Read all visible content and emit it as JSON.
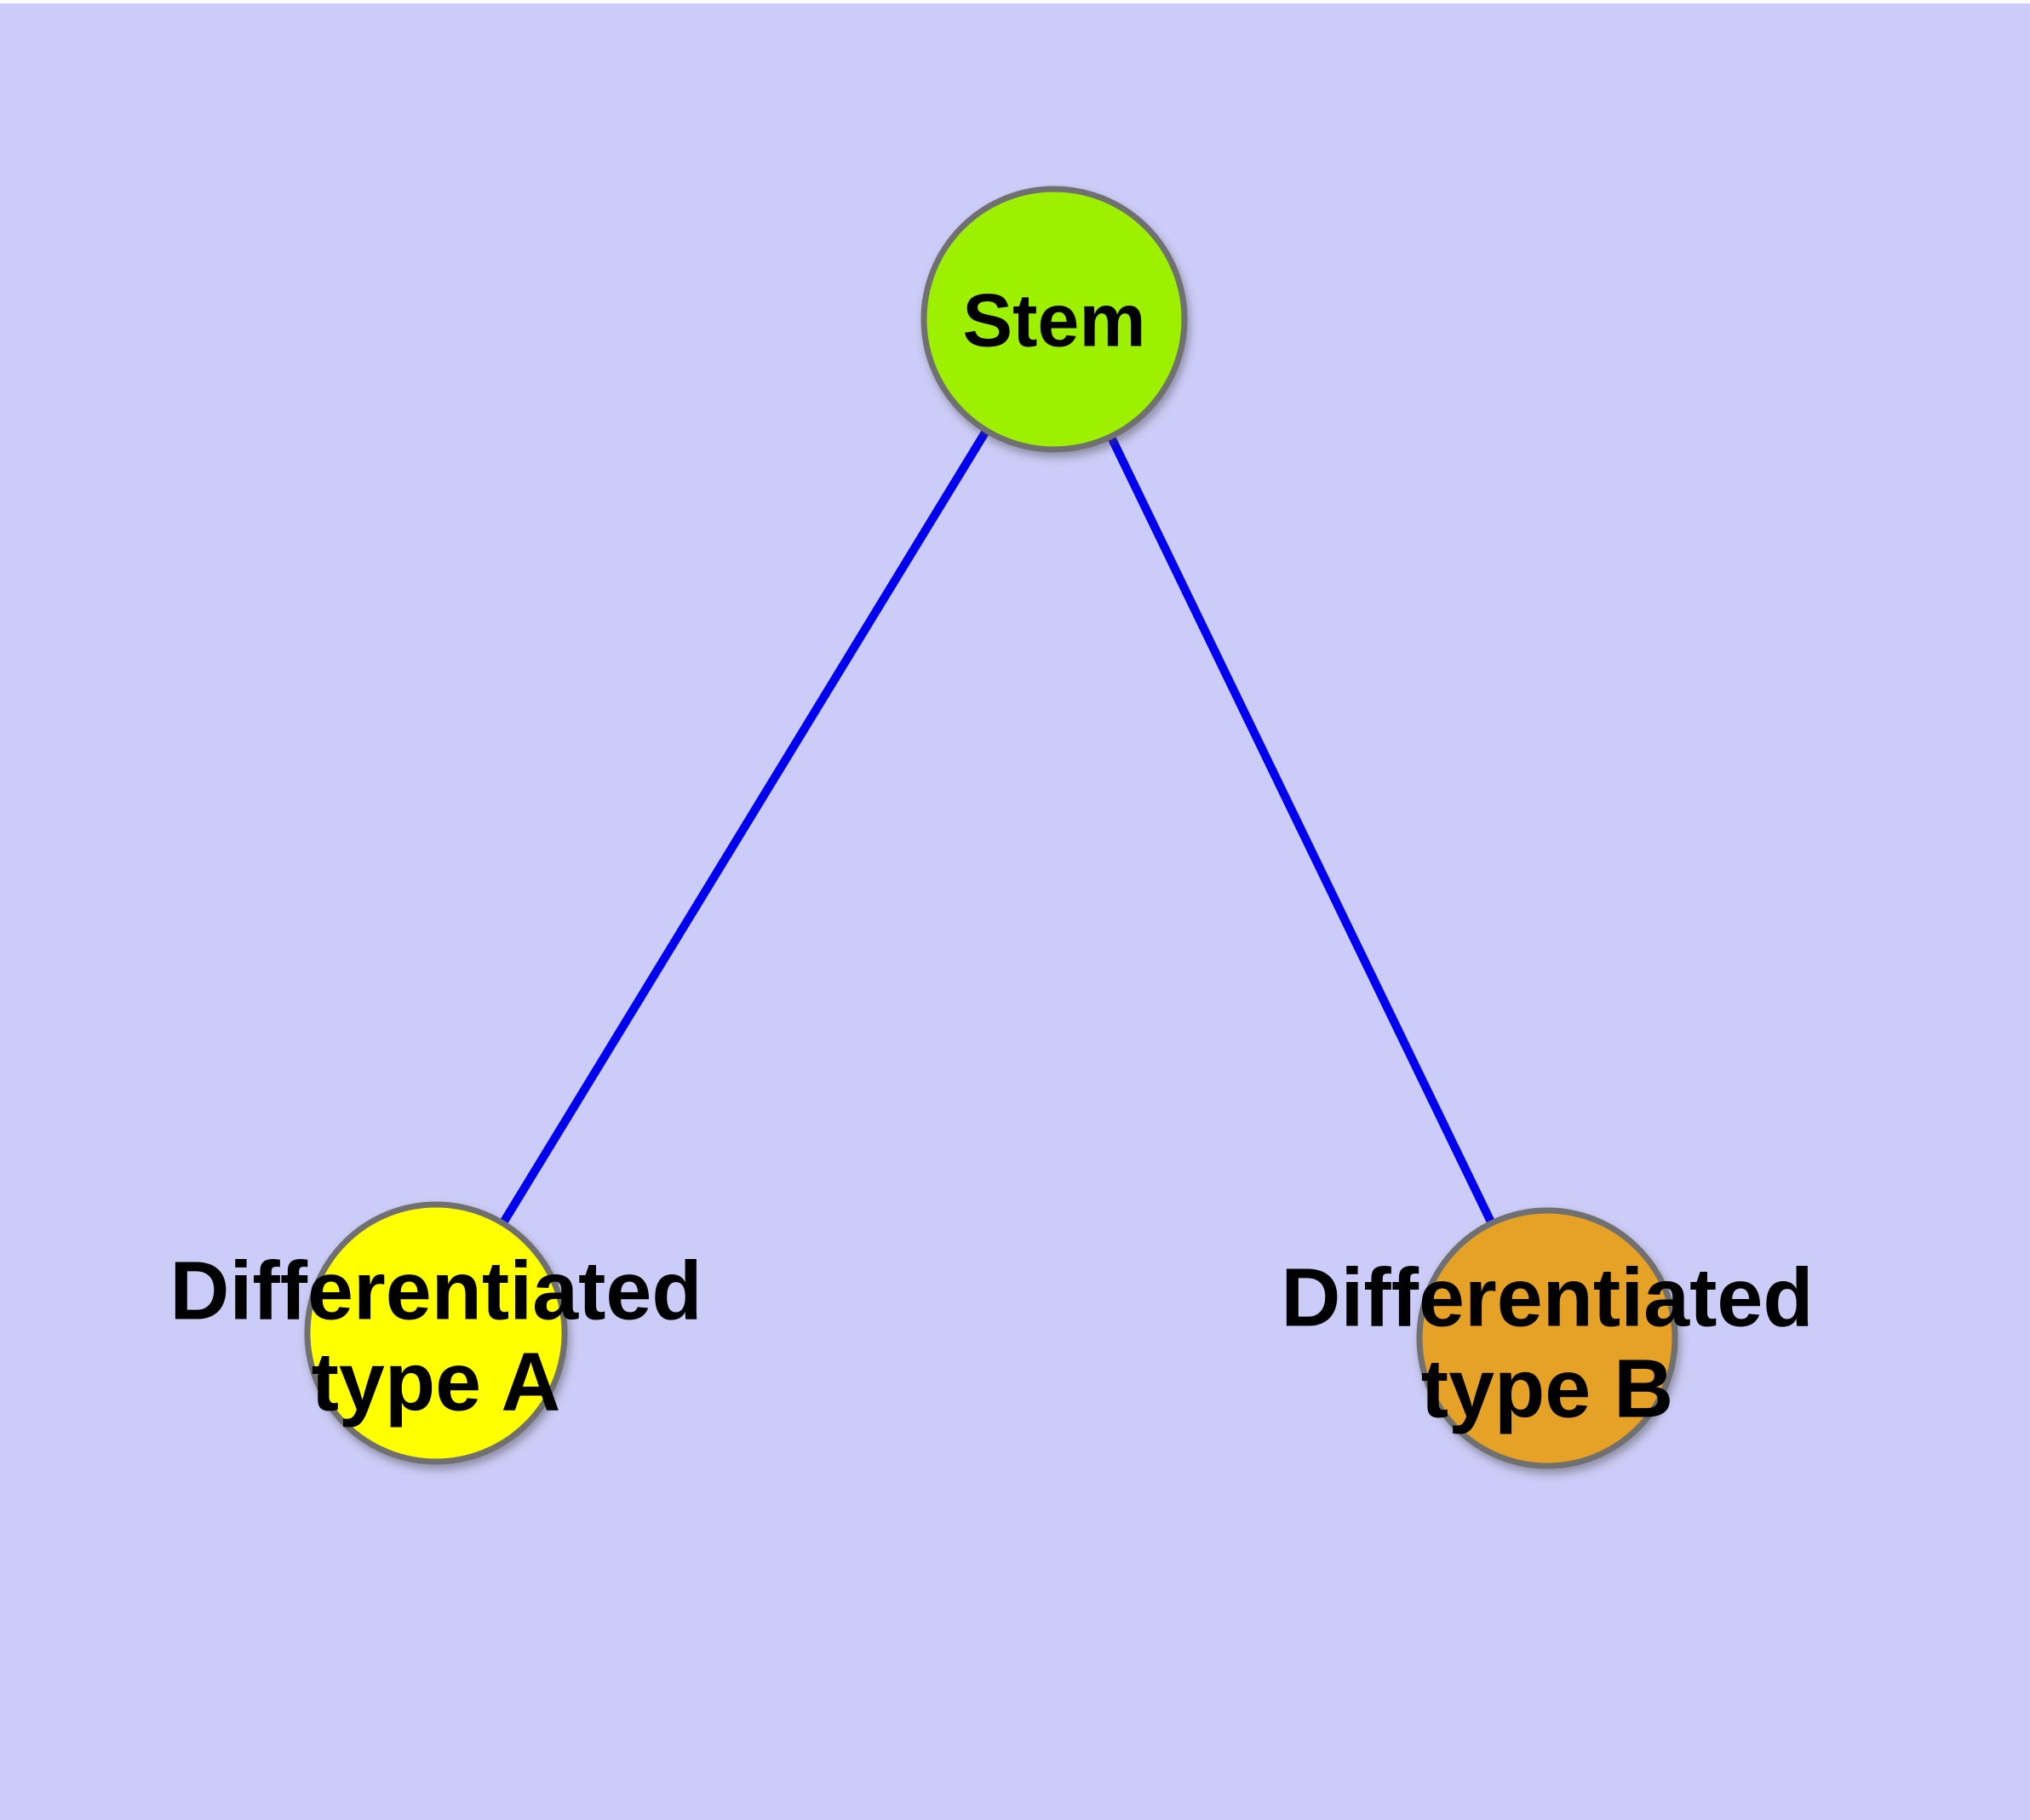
{
  "page": {
    "background": "#CCCCF8",
    "top_strip_color": "#FFFFFF",
    "text_color": "#000000"
  },
  "diagram": {
    "type": "node-link-graph",
    "nodes": [
      {
        "id": "stem",
        "label": "Stem",
        "fill": "#9CF000",
        "border": "#6F6F6F"
      },
      {
        "id": "differentiated-type-a",
        "label_line_1": "Differentiated",
        "label_line_2": "type A",
        "fill": "#FFFF00",
        "border": "#6F6F6F"
      },
      {
        "id": "differentiated-type-b",
        "label_line_1": "Differentiated",
        "label_line_2": "type B",
        "fill": "#E6A226",
        "border": "#6F6F6F"
      }
    ],
    "edges": [
      {
        "from": "stem",
        "to": "differentiated-type-a",
        "color": "#0000EE"
      },
      {
        "from": "stem",
        "to": "differentiated-type-b",
        "color": "#0000EE"
      }
    ]
  }
}
